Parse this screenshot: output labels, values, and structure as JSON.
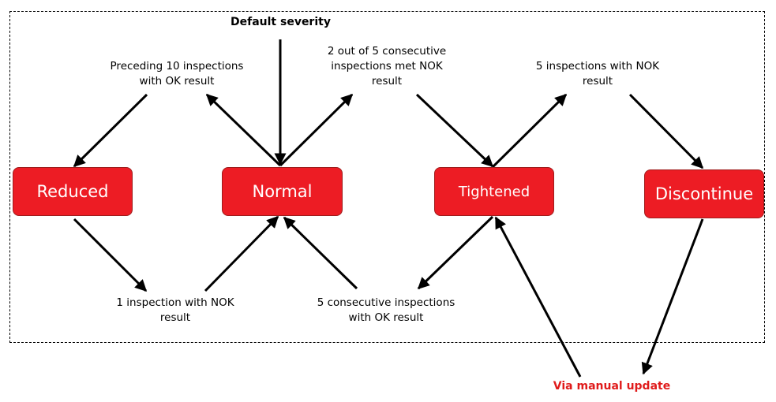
{
  "title": "Default severity",
  "footer_note": "Via manual update",
  "states": {
    "reduced": "Reduced",
    "normal": "Normal",
    "tightened": "Tightened",
    "discontinue": "Discontinue"
  },
  "transitions": {
    "normal_to_reduced": [
      "Preceding 10 inspections",
      "with OK result"
    ],
    "normal_to_tightened": [
      "2 out of 5 consecutive",
      "inspections met NOK",
      "result"
    ],
    "tightened_to_discontinue": [
      "5 inspections with NOK",
      "result"
    ],
    "reduced_to_normal": [
      "1 inspection with NOK",
      "result"
    ],
    "tightened_to_normal": [
      "5 consecutive inspections",
      "with OK result"
    ]
  },
  "colors": {
    "state_fill": "#ed1c24",
    "state_text": "#ffffff",
    "note_text": "#e01b1b",
    "arrow": "#000000"
  }
}
